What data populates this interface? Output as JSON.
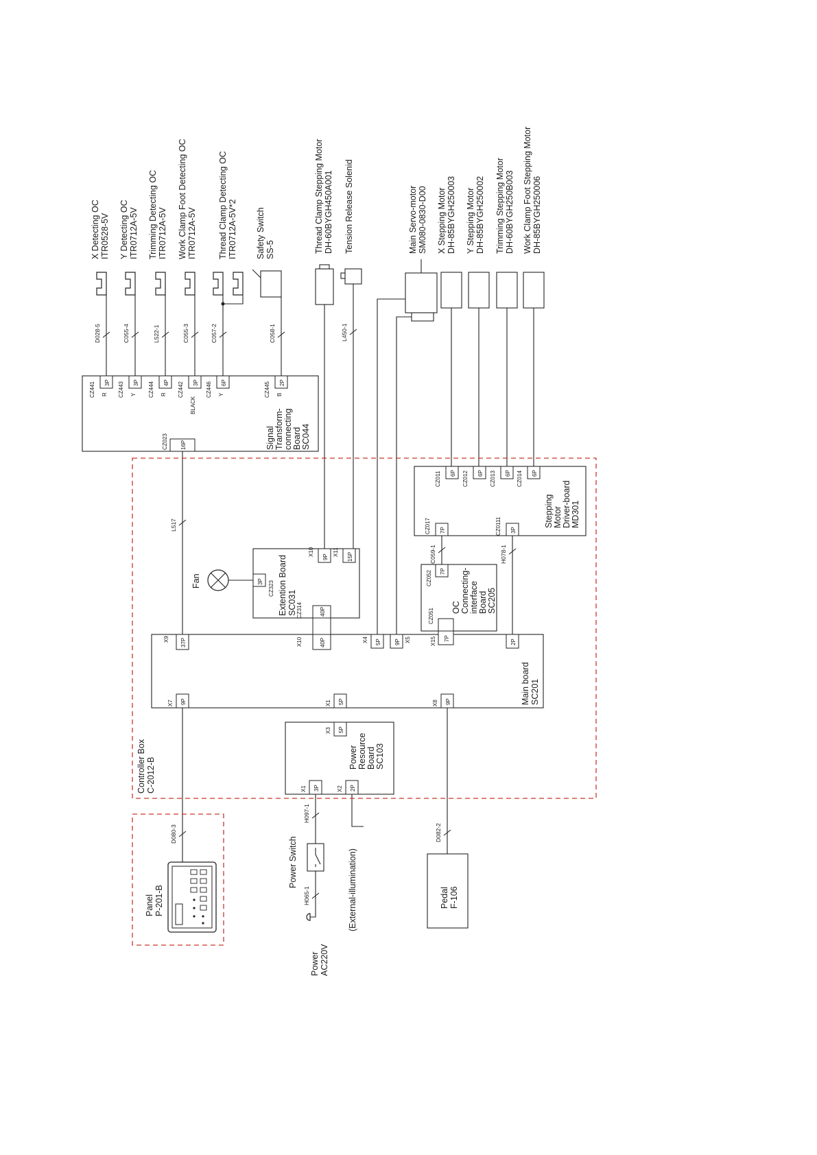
{
  "top_components": {
    "x_detecting": [
      "X Detecting OC",
      "ITR0528-5V"
    ],
    "y_detecting": [
      "Y Detecting OC",
      "ITR0712A-5V"
    ],
    "trimming_detecting": [
      "Trimming Detecting OC",
      "ITR0712A-5V"
    ],
    "work_clamp_detecting": [
      "Work Clamp Foot Detecting OC",
      "ITR0712A-5V"
    ],
    "thread_clamp_detecting": [
      "Thread Clamp Detecting OC",
      "ITR0712A-5V*2"
    ],
    "safety_switch": [
      "Safety Switch",
      "SS-5"
    ],
    "thread_clamp_motor": [
      "Thread Clamp Stepping Motor",
      "DH-60BYGH450A001"
    ],
    "tension_release": [
      "Tension Release Solenid"
    ],
    "main_servo": [
      "Main Servo-motor",
      "SM080-0830-D00"
    ],
    "x_stepping": [
      "X Stepping  Motor",
      "DH-85BYGH250003"
    ],
    "y_stepping": [
      "Y Stepping Motor",
      "DH-85BYGH250002"
    ],
    "trimming_stepping": [
      "Trimming Stepping  Motor",
      "DH-60BYGH250B003"
    ],
    "work_clamp_stepping": [
      "Work Clamp Foot Stepping Motor",
      "DH-85BYGH250006"
    ]
  },
  "cables": {
    "d028": "D028-5",
    "c055_4": "C055-4",
    "l522": "L522-1",
    "c055_3": "C055-3",
    "c057": "C057-2",
    "c058": "C058-1",
    "l450": "L450-1",
    "l517": "L517",
    "c059": "C059-1",
    "h078": "H078-1",
    "d080": "D080-3",
    "h097": "H097-1",
    "h065": "H065-1",
    "d082": "D082-2"
  },
  "signal_board": {
    "name": [
      "Signal",
      "Transform-",
      "connecting",
      "Board",
      "SC044"
    ],
    "connectors": [
      {
        "id": "CZ441",
        "color": "R",
        "pins": "3P"
      },
      {
        "id": "CZ443",
        "color": "Y",
        "pins": "3P"
      },
      {
        "id": "CZ444",
        "color": "R",
        "pins": "4P"
      },
      {
        "id": "CZ442",
        "color": "BLACK",
        "pins": "3P"
      },
      {
        "id": "CZ446",
        "color": "Y",
        "pins": "6P"
      },
      {
        "id": "CZ445",
        "color": "B",
        "pins": "2P"
      }
    ],
    "bottom_connector": {
      "id": "CZ023",
      "pins": "16P"
    }
  },
  "stepping_driver": {
    "name": [
      "Stepping",
      "Motor",
      "Driver-board",
      "MD301"
    ],
    "connectors": [
      {
        "id": "CZ011",
        "pins": "6P"
      },
      {
        "id": "CZ012",
        "pins": "6P"
      },
      {
        "id": "CZ013",
        "pins": "6P"
      },
      {
        "id": "CZ014",
        "pins": "6P"
      }
    ],
    "cz017": {
      "id": "CZ017",
      "pins": "7P"
    },
    "cz0111": {
      "id": "CZ0111",
      "pins": "3P"
    }
  },
  "extention_board": {
    "name": [
      "Extention Board",
      "SC031"
    ],
    "x10": {
      "id": "X10",
      "pins": "9P"
    },
    "x11": {
      "id": "X11",
      "pins": "15P"
    },
    "cz323": {
      "id": "CZ323",
      "pins": "3P"
    },
    "cz314": {
      "id": "CZ314",
      "pins": "40P"
    }
  },
  "fan_label": "Fan",
  "oc_board": {
    "name": [
      "OC",
      "Connecting-",
      "interface",
      "Board",
      "SC205"
    ],
    "cz052": {
      "id": "CZ052",
      "pins": "7P"
    },
    "cz051": {
      "id": "CZ051",
      "pins": "7P"
    }
  },
  "main_board": {
    "name": [
      "Main board",
      "SC201"
    ],
    "x9": {
      "id": "X9",
      "pins": "37P"
    },
    "x10": {
      "id": "X10",
      "pins": "40P"
    },
    "x4": {
      "id": "X4",
      "pins": "5P"
    },
    "x5": {
      "id": "X5",
      "pins": "9P"
    },
    "x15": {
      "id": "X15",
      "pins": "7P"
    },
    "right": {
      "pins": "2P"
    },
    "x7": {
      "id": "X7",
      "pins": "9P"
    },
    "x1": {
      "id": "X1",
      "pins": "5P"
    },
    "x8": {
      "id": "X8",
      "pins": "9P"
    }
  },
  "power_board": {
    "name": [
      "Power",
      "Resource",
      "Board",
      "SC103"
    ],
    "x3": {
      "id": "X3",
      "pins": "5P"
    },
    "x1": {
      "id": "X1",
      "pins": "3P"
    },
    "x2": {
      "id": "X2",
      "pins": "2P"
    }
  },
  "controller_box": [
    "Controller Box",
    "C-2012-B"
  ],
  "panel": [
    "Panel",
    "P-201-B"
  ],
  "power_switch": "Power Switch",
  "power": [
    "Power",
    "AC220V"
  ],
  "external_illumination": "(External-illumination)",
  "pedal": [
    "Pedal",
    "F-106"
  ]
}
